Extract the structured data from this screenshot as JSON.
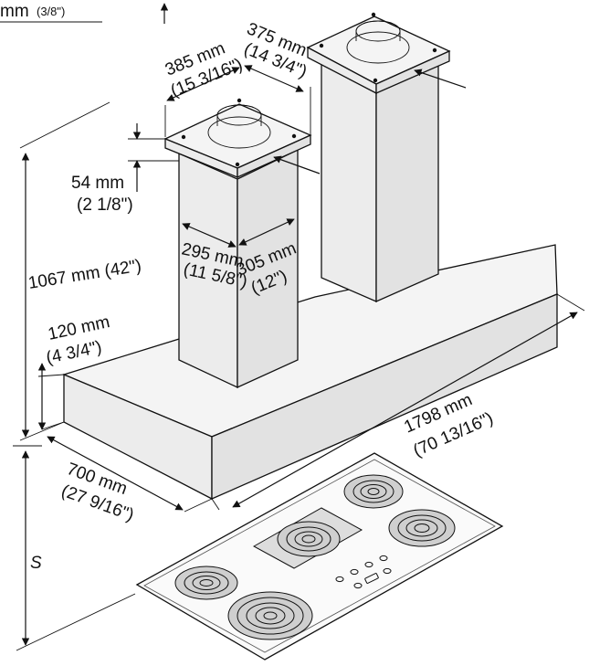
{
  "labels": {
    "top_partial": "mm",
    "top_partial_frac": "(3/8\")",
    "w385": "385 mm",
    "w385_in": "(15 3/16\")",
    "w375": "375 mm",
    "w375_in": "(14 3/4\")",
    "h54": "54 mm",
    "h54_in": "(2 1/8\")",
    "h1067": "1067 mm (42\")",
    "w295": "295 mm",
    "w295_in": "(11 5/8\")",
    "w305": "305 mm",
    "w305_in": "(12\")",
    "h120": "120 mm",
    "h120_in": "(4 3/4\")",
    "w1798": "1798 mm",
    "w1798_in": "(70 13/16\")",
    "d700": "700 mm",
    "d700_in": "(27 9/16\")",
    "s": "S"
  }
}
